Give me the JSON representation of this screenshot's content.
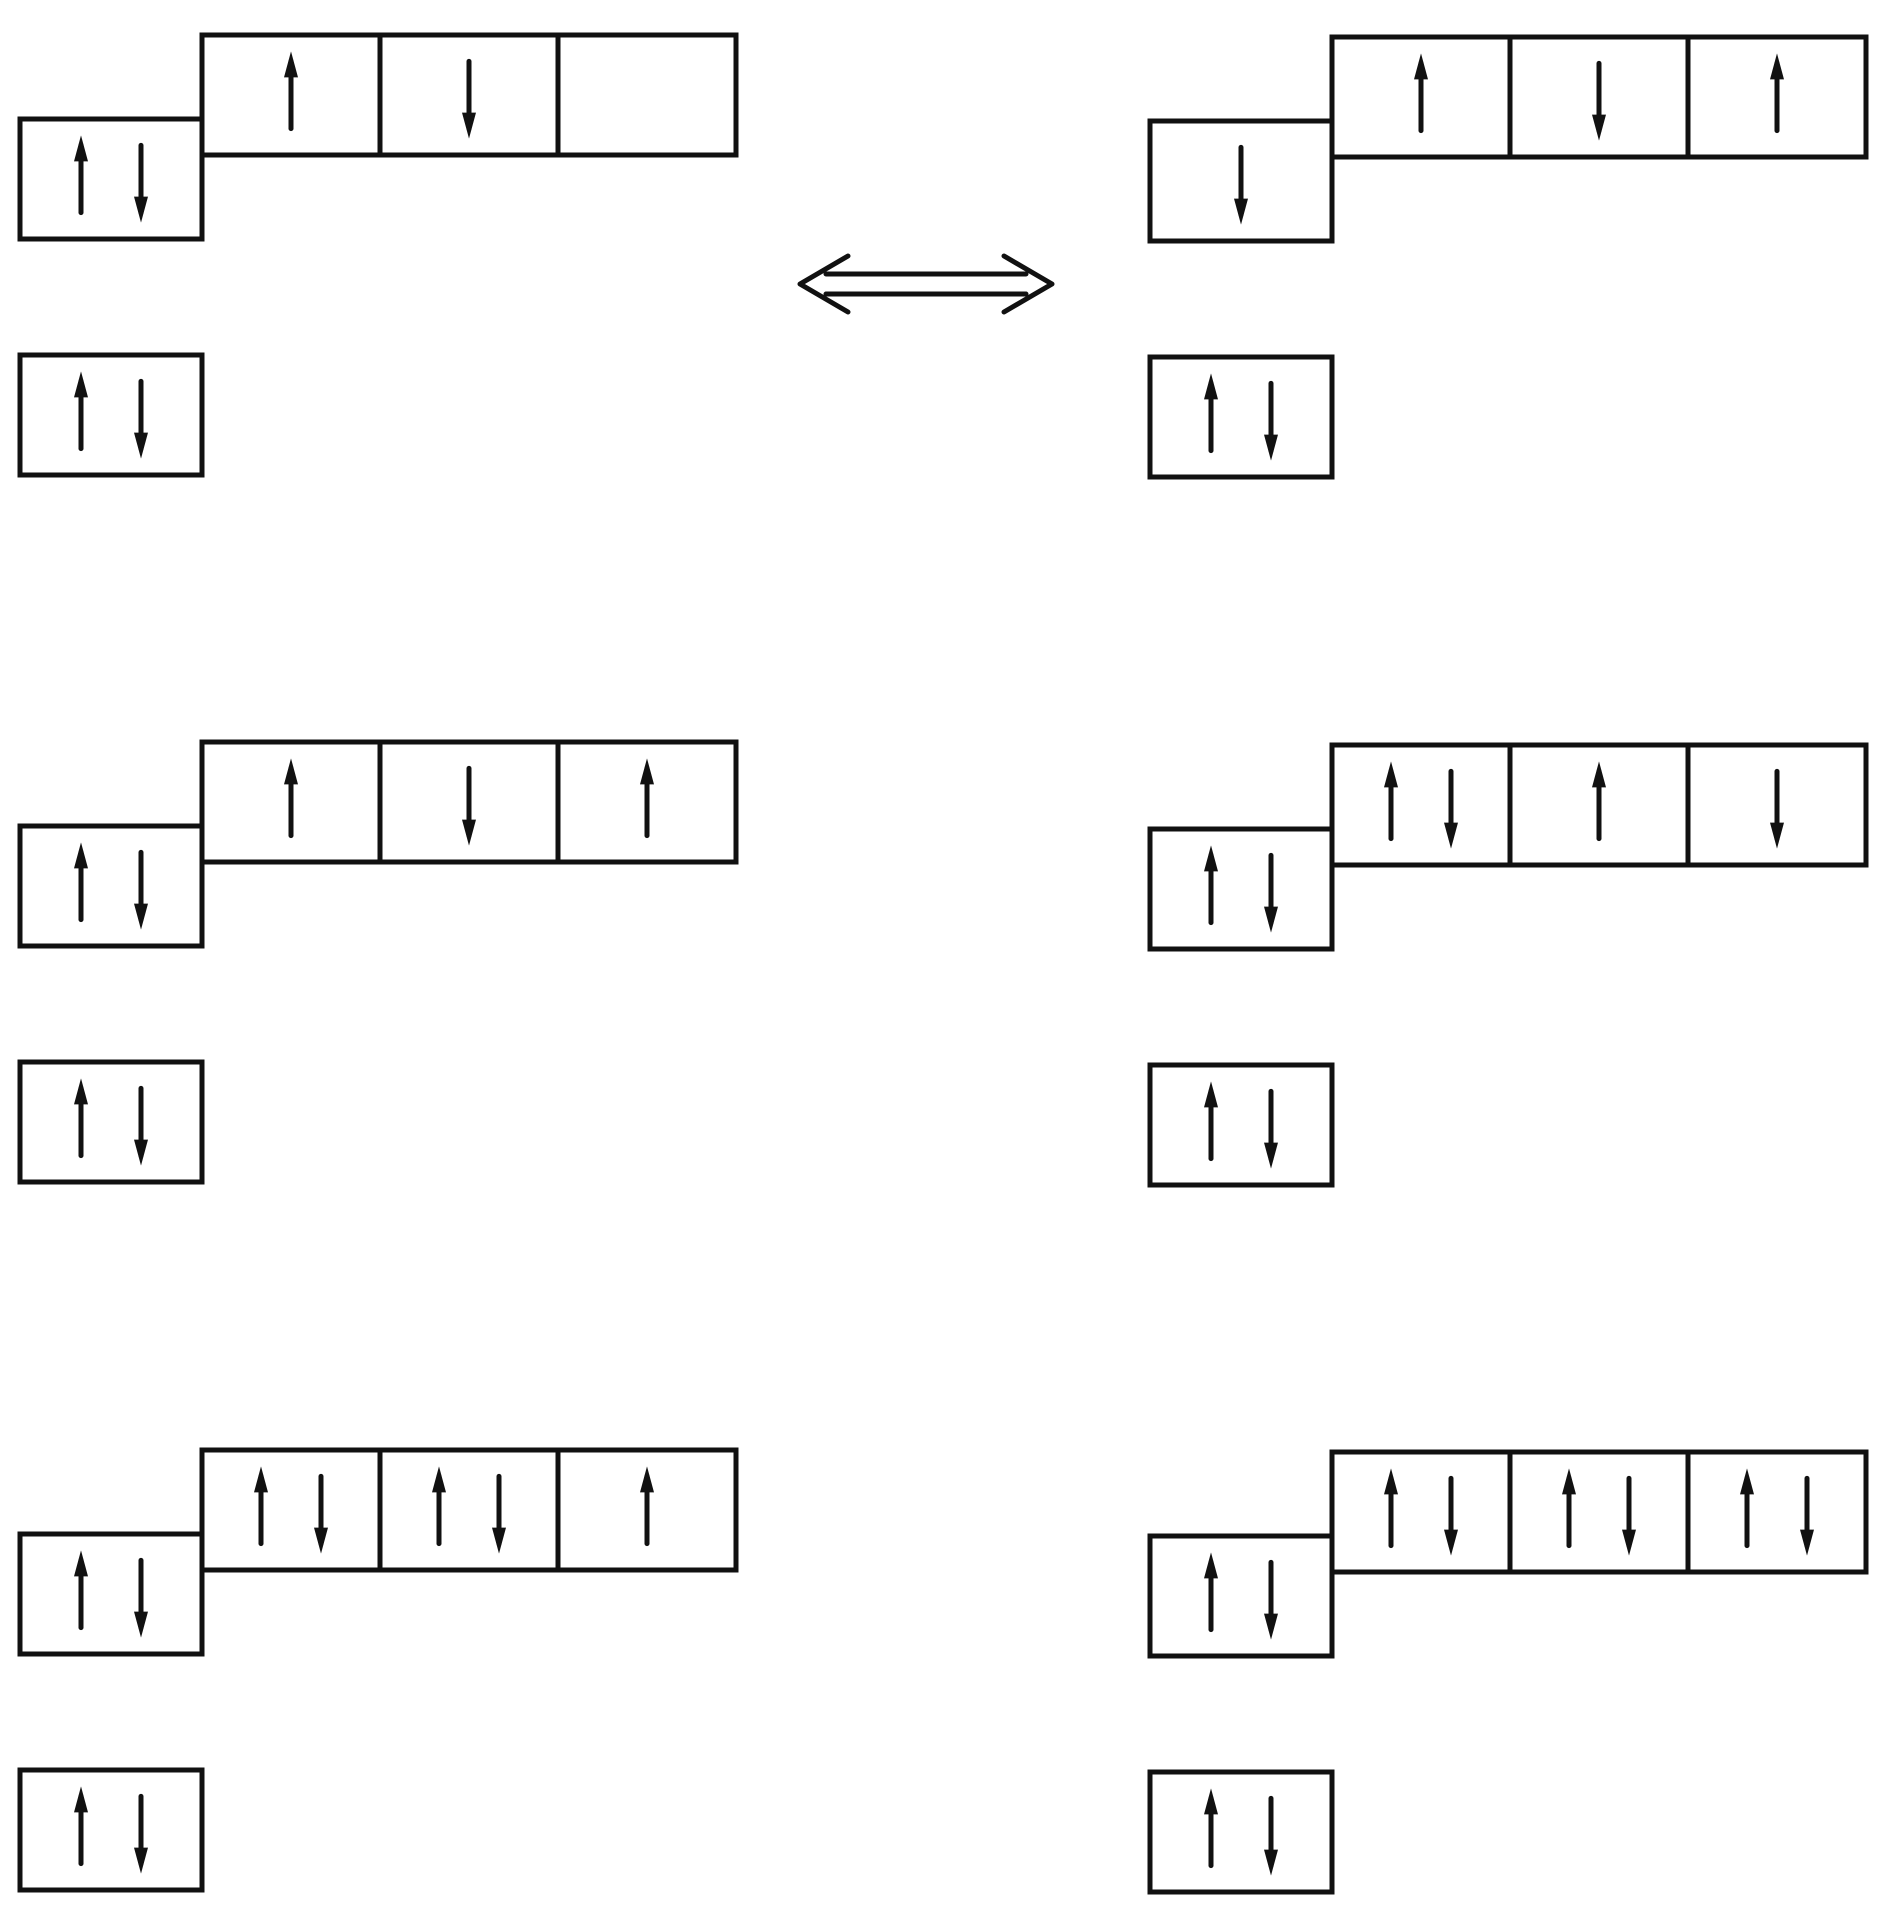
{
  "ink_color": "#111111",
  "background_color": "#ffffff",
  "exchange_arrow": {
    "icon": "double-headed-arrow-icon"
  },
  "configurations": [
    {
      "id": "row1-left",
      "p_orbitals": [
        [
          "up"
        ],
        [
          "down"
        ],
        []
      ],
      "s_orbital": [
        "up",
        "down"
      ],
      "inner_s_orbital": [
        "up",
        "down"
      ]
    },
    {
      "id": "row1-right",
      "p_orbitals": [
        [
          "up"
        ],
        [
          "down"
        ],
        [
          "up"
        ]
      ],
      "s_orbital": [
        "down"
      ],
      "inner_s_orbital": [
        "up",
        "down"
      ]
    },
    {
      "id": "row2-left",
      "p_orbitals": [
        [
          "up"
        ],
        [
          "down"
        ],
        [
          "up"
        ]
      ],
      "s_orbital": [
        "up",
        "down"
      ],
      "inner_s_orbital": [
        "up",
        "down"
      ]
    },
    {
      "id": "row2-right",
      "p_orbitals": [
        [
          "up",
          "down"
        ],
        [
          "up"
        ],
        [
          "down"
        ]
      ],
      "s_orbital": [
        "up",
        "down"
      ],
      "inner_s_orbital": [
        "up",
        "down"
      ]
    },
    {
      "id": "row3-left",
      "p_orbitals": [
        [
          "up",
          "down"
        ],
        [
          "up",
          "down"
        ],
        [
          "up"
        ]
      ],
      "s_orbital": [
        "up",
        "down"
      ],
      "inner_s_orbital": [
        "up",
        "down"
      ]
    },
    {
      "id": "row3-right",
      "p_orbitals": [
        [
          "up",
          "down"
        ],
        [
          "up",
          "down"
        ],
        [
          "up",
          "down"
        ]
      ],
      "s_orbital": [
        "up",
        "down"
      ],
      "inner_s_orbital": [
        "up",
        "down"
      ]
    }
  ]
}
